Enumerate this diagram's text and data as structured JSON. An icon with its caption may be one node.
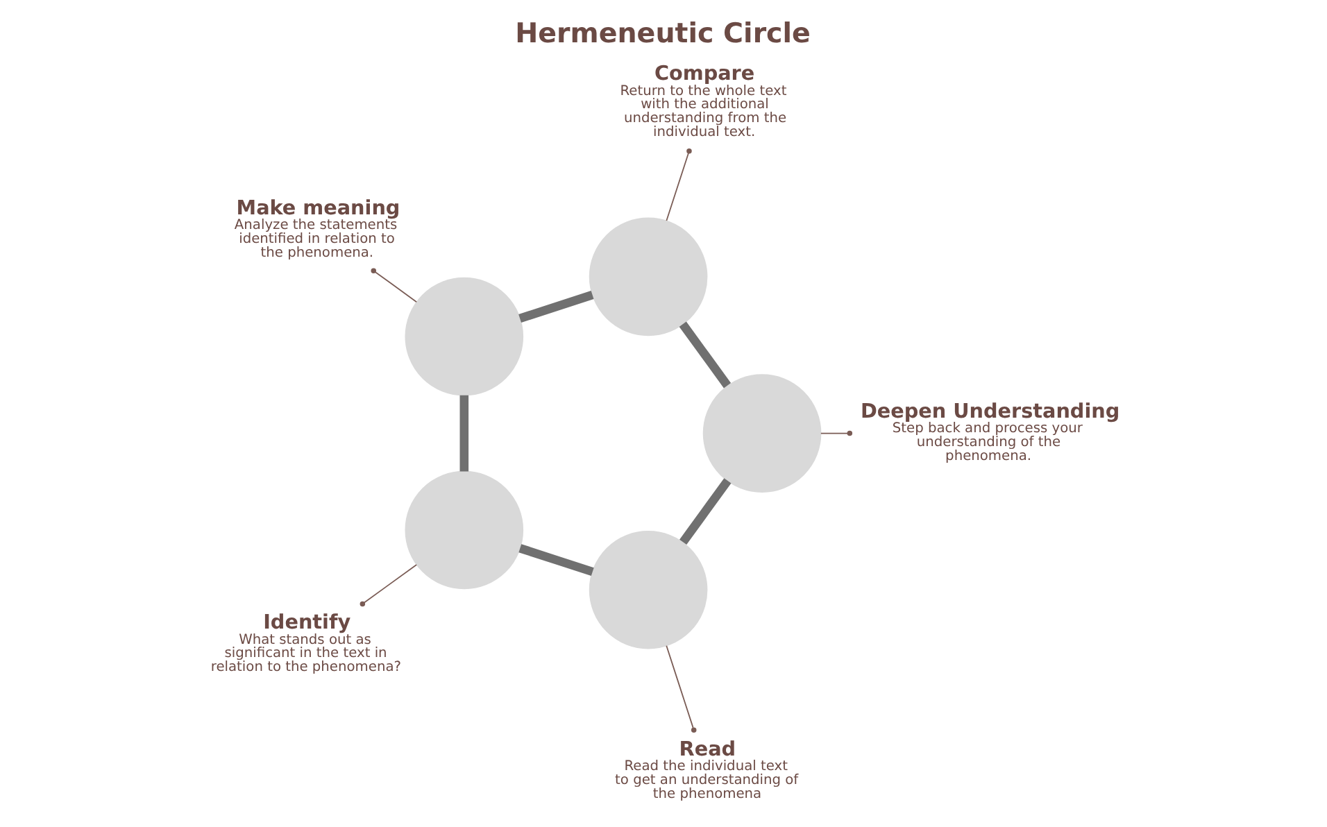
{
  "diagram": {
    "title": "Hermeneutic Circle",
    "nodes": [
      {
        "text": [],
        "shape": "circle"
      },
      {
        "text": [],
        "shape": "circle"
      },
      {
        "text": [],
        "shape": "circle"
      },
      {
        "text": [],
        "shape": "circle"
      },
      {
        "text": [],
        "shape": "circle"
      },
      {
        "text": [
          "Read",
          "Read the individual text to get an understanding of the phenomena"
        ]
      },
      {
        "text": [
          "Identify",
          "What stands out as significant in the text in relation to the phenomena?"
        ]
      },
      {
        "text": [
          "Make meaning",
          "Analyze the statements identified in relation to the phenomena."
        ]
      },
      {
        "text": [
          "Compare",
          "Return to the whole text with the additional understanding from the individual text."
        ]
      },
      {
        "text": [
          "Deepen Understanding",
          "Step back and process your understanding of the phenomena."
        ]
      }
    ],
    "edges": [
      {
        "from": 0,
        "to": 1,
        "arrow": "none",
        "style": "thick",
        "color": "#707070"
      },
      {
        "from": 1,
        "to": 2,
        "arrow": "none",
        "style": "thick",
        "color": "#707070"
      },
      {
        "from": 2,
        "to": 3,
        "arrow": "none",
        "style": "thick",
        "color": "#707070"
      },
      {
        "from": 3,
        "to": 4,
        "arrow": "none",
        "style": "thick",
        "color": "#707070"
      },
      {
        "from": 4,
        "to": 0,
        "arrow": "none",
        "style": "thick",
        "color": "#707070"
      },
      {
        "from": 0,
        "to": 5,
        "arrow": "other"
      },
      {
        "from": 1,
        "to": 6,
        "arrow": "other"
      },
      {
        "from": 2,
        "to": 7,
        "arrow": "other"
      },
      {
        "from": 3,
        "to": 8,
        "arrow": "other"
      },
      {
        "from": 4,
        "to": 9,
        "arrow": "other"
      }
    ]
  }
}
